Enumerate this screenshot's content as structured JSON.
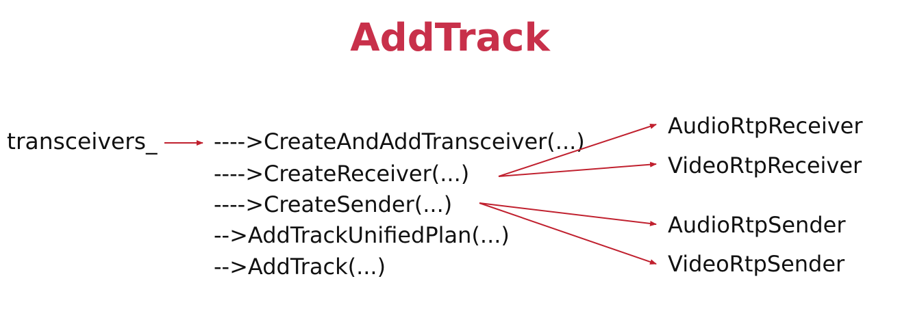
{
  "title": "AddTrack",
  "source_label": "transceivers_",
  "calls": [
    "---->CreateAndAddTransceiver(...)",
    "---->CreateReceiver(...)",
    "---->CreateSender(...)",
    "-->AddTrackUnifiedPlan(...)",
    "-->AddTrack(...)"
  ],
  "outputs": [
    "AudioRtpReceiver",
    "VideoRtpReceiver",
    "AudioRtpSender",
    "VideoRtpSender"
  ],
  "colors": {
    "title": "#c8304a",
    "arrow": "#c0202e",
    "text": "#111111"
  }
}
